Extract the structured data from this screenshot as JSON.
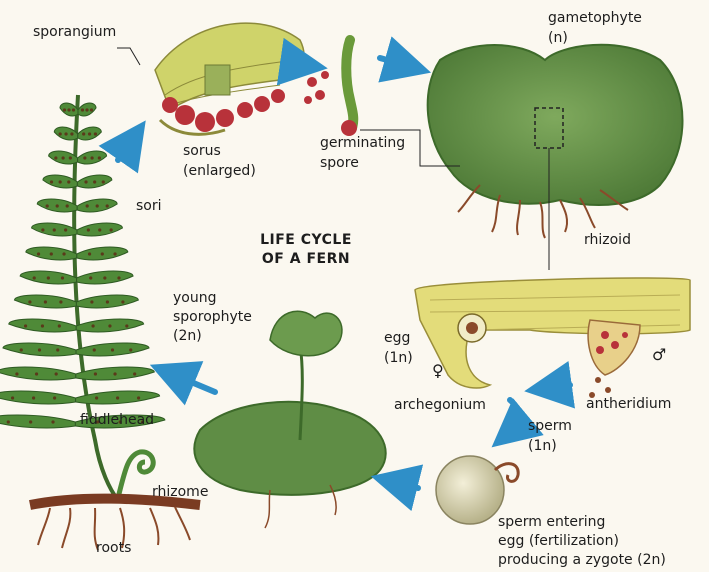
{
  "title": {
    "line1": "LIFE CYCLE",
    "line2": "OF A FERN"
  },
  "labels": {
    "sporangium": "sporangium",
    "sorus_1": "sorus",
    "sorus_2": "(enlarged)",
    "sori": "sori",
    "germinating_1": "germinating",
    "germinating_2": "spore",
    "gametophyte_1": "gametophyte",
    "gametophyte_2": "(n)",
    "rhizoid": "rhizoid",
    "young_1": "young",
    "young_2": "sporophyte",
    "young_3": "(2n)",
    "egg_1": "egg",
    "egg_2": "(1n)",
    "female_symbol": "♀",
    "male_symbol": "♂",
    "archegonium": "archegonium",
    "antheridium": "antheridium",
    "sperm_1": "sperm",
    "sperm_2": "(1n)",
    "fiddlehead": "fiddlehead",
    "rhizome": "rhizome",
    "roots": "roots",
    "fert_1": "sperm entering",
    "fert_2": "egg (fertilization)",
    "fert_3": "producing a zygote (2n)"
  },
  "colors": {
    "arrow": "#2f8fc8",
    "leaf": "#4f8a38",
    "leaf_dark": "#2e5a22",
    "gametophyte": "#6b9a4e",
    "sorus_red": "#b8323a",
    "tissue": "#d8d36a",
    "rhizoid": "#8a4a2a"
  }
}
